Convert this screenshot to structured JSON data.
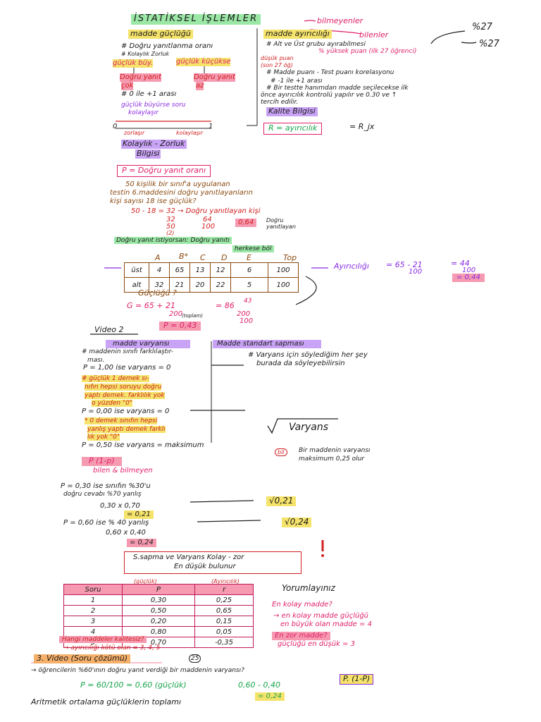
{
  "header": {
    "title": "İSTATİKSEL İŞLEMLER",
    "bilmeyenler": "bilmeyenler",
    "bilenler": "bilenler",
    "pct27a": "%27",
    "pct27b": "%27"
  },
  "left_top": {
    "madde_guclugu": "madde güçlüğü",
    "l1": "# Doğru yanıtlanma oranı",
    "l2": "# Kolaylık Zorluk",
    "l3a": "güçlük büy.",
    "l3b": "güçlük küçükse",
    "l4a": "Doğru yanıt",
    "l4b": "Doğru yanıt",
    "l5a": "çok",
    "l5b": "az",
    "l6": "# 0 ile +1 arası",
    "l7": "güçlük büyürse soru",
    "l8": "kolaylaşır",
    "n0": "0",
    "n1": "1",
    "zor": "zorlaşır",
    "kolay": "kolaylaşır",
    "bilgisi1": "Kolaylık - Zorluk",
    "bilgisi2": "Bilgisi",
    "pformula": "P = Doğru yanıt oranı"
  },
  "right_top": {
    "madde_ayirici": "madde ayırıcılığı",
    "r1": "# Alt ve Üst grubu ayırabilmesi",
    "r2": "% yüksek puan (ilk 27 öğrenci)",
    "r3": "düşük puan",
    "r4": "(son 27 öğ)",
    "r5": "# Madde puanı - Test puanı korelasyonu",
    "r6": "# -1 ile +1 arası",
    "r7": "# Bir testte hanımdan madde seçilecekse ilk",
    "r8": "önce ayırıcılık kontrolü yapılır ve 0.30 ve ↑",
    "r9": "tercih edilir.",
    "kalite": "Kalite Bilgisi",
    "rformula": "R = ayırıcılık",
    "rjx": "= R_jx"
  },
  "example": {
    "e1": "50 kişilik bir sınıf'a uygulanan",
    "e2": "testin 6.maddesini doğru yanıtlayanların",
    "e3": "kişi sayısı 18 ise güçlük?",
    "e4": "50 - 18 = 32 → Doğru yanıtlayan kişi",
    "e5a": "32",
    "e5b": "50",
    "e5c": "64",
    "e5d": "100",
    "e5e": "0,64",
    "e5f": "Doğru yanıtlayan",
    "e6": "(2)",
    "dogru_yanit": "Doğru yanıt istiyorsan: Doğru yanıtı",
    "herkese": "herkese böl"
  },
  "table1": {
    "headers": [
      "",
      "A",
      "B*",
      "C",
      "D",
      "E",
      "Top"
    ],
    "rows": [
      [
        "üst",
        "4",
        "65",
        "13",
        "12",
        "6",
        "100"
      ],
      [
        "alt",
        "32",
        "21",
        "20",
        "22",
        "5",
        "100"
      ]
    ]
  },
  "table1_calc": {
    "gucluk": "Güçlüğü ?",
    "g1": "G = 65 + 21",
    "g2": "200",
    "g3": "(toplam)",
    "g4": "= 86",
    "g5": "200",
    "g6": "100",
    "g7": "43",
    "g_result": "P = 0,43",
    "ayirici": "Ayırıcılığı",
    "a1": "= 65 - 21",
    "a2": "100",
    "a3": "= 44",
    "a4": "100",
    "a_result": "= 0,44"
  },
  "video2": {
    "title": "Video 2",
    "madde_varyansi": "madde varyansı",
    "std_sapma": "Madde standart sapması",
    "v1": "# maddenin sınıfı farklılaştır-",
    "v2": "ması.",
    "v3": "P = 1,00 ise varyans = 0",
    "v4": "# Varyans için söylediğim her şey",
    "v5": "burada da söyleyebilirsin",
    "v6": "# güçlük 1 demek sı-",
    "v7": "nıfın hepsi soruyu doğru",
    "v8": "yaptı demek. farklılık yok",
    "v9": "o yüzden \"0\"",
    "v10": "P = 0,00 ise varyans = 0",
    "v11": "* 0 demek sınıfın hepsi",
    "v12": "yanlış yaptı demek farklı",
    "v13": "lık yok \"0\"",
    "v14": "P = 0,50 ise varyans = maksimum",
    "v15": "P (1-p)",
    "v16": "bilen & bilmeyen",
    "varyans_root": "Varyans",
    "v17": "Bir maddenin varyansı",
    "v18": "maksimum 0,25 olur",
    "bilgi_badge": "bil"
  },
  "calc2": {
    "c1": "P = 0,30 ise sınıfın %30'u",
    "c2": "doğru cevabı %70 yanlış",
    "c3": "0,30 x 0,70",
    "c4": "= 0,21",
    "c5": "√0,21",
    "c6": "P = 0,60 ise % 40 yanlış",
    "c7": "0,60 x 0,40",
    "c8": "= 0,24",
    "c9": "√0,24",
    "box1": "S.sapma ve Varyans Kolay - zor",
    "box2": "En düşük bulunur"
  },
  "table2": {
    "col_labels": [
      "(güçlük)",
      "(Ayırıcılık)"
    ],
    "headers": [
      "Soru",
      "P",
      "r"
    ],
    "rows": [
      [
        "1",
        "0,30",
        "0,25"
      ],
      [
        "2",
        "0,50",
        "0,65"
      ],
      [
        "3",
        "0,20",
        "0,15"
      ],
      [
        "4",
        "0,80",
        "0,05"
      ],
      [
        "5",
        "0,70",
        "-0,35"
      ]
    ]
  },
  "yorum": {
    "title": "Yorumlayınız",
    "y1": "En kolay madde?",
    "y2": "→ en kolay madde güçlüğü",
    "y3": "en büyük olan madde = 4",
    "y4": "En zor madde?",
    "y5": "güçlüğü en düşük = 3",
    "y6": "Hangi maddeler kalitesiz?",
    "y7": "→ ayırıcılığı kötü olan = 3, 4, 5"
  },
  "video3": {
    "title": "3. Video (Soru çözümü)",
    "num": "25",
    "s1": "→ öğrencilerin %60'ının doğru yanıt verdiği bir maddenin varyansı?",
    "s2": "P = 60/100 = 0,60 (güçlük)",
    "s3": "0,60 - 0,40",
    "s4": "P. (1-P)",
    "s5": "= 0,24",
    "s6": "Aritmetik ortalama güçlüklerin toplamı"
  }
}
